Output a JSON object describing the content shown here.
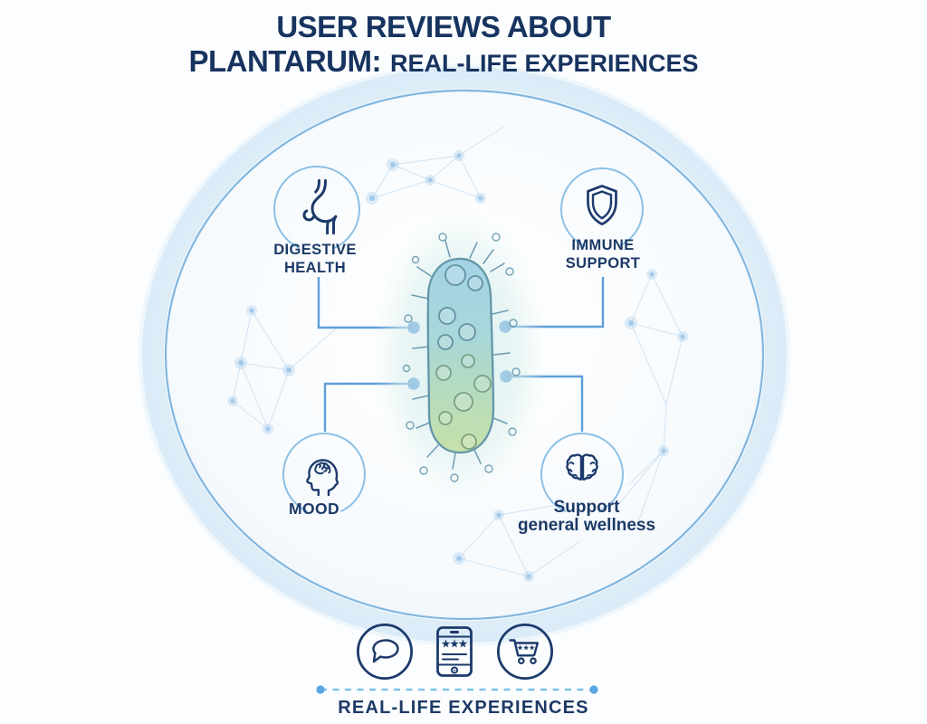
{
  "title": {
    "line1": "USER REVIEWS ABOUT",
    "line2_brand": "PLANTARUM:",
    "line2_rest": "REAL-LIFE EXPERIENCES"
  },
  "features": {
    "digestive": {
      "line1": "DIGESTIVE",
      "line2": "HEALTH",
      "icon": "stomach-icon"
    },
    "immune": {
      "line1": "IMMUNE",
      "line2": "SUPPORT",
      "icon": "shield-icon"
    },
    "mood": {
      "line1": "MOOD",
      "icon": "head-brain-icon"
    },
    "wellness": {
      "line1": "Support",
      "line2": "general wellness",
      "icon": "brain-icon"
    }
  },
  "center": {
    "illustration": "plantarum-bacterium"
  },
  "footer": {
    "caption": "REAL-LIFE EXPERIENCES",
    "icons": [
      "speech-bubble-icon",
      "phone-reviews-icon",
      "shopping-cart-icon"
    ]
  },
  "colors": {
    "navy": "#1c3a6b",
    "title_navy": "#17335f",
    "connector_line": "#5f9fd9",
    "connector_dot": "#3f8ad2",
    "feature_ring": "#8cc0e6",
    "circle_edge": "#7db4e0",
    "circle_band": "#d6e9f6",
    "dash_line": "#7fc2ea",
    "bacterium_top": "#a0d2e6",
    "bacterium_bottom": "#c6e0a5"
  }
}
